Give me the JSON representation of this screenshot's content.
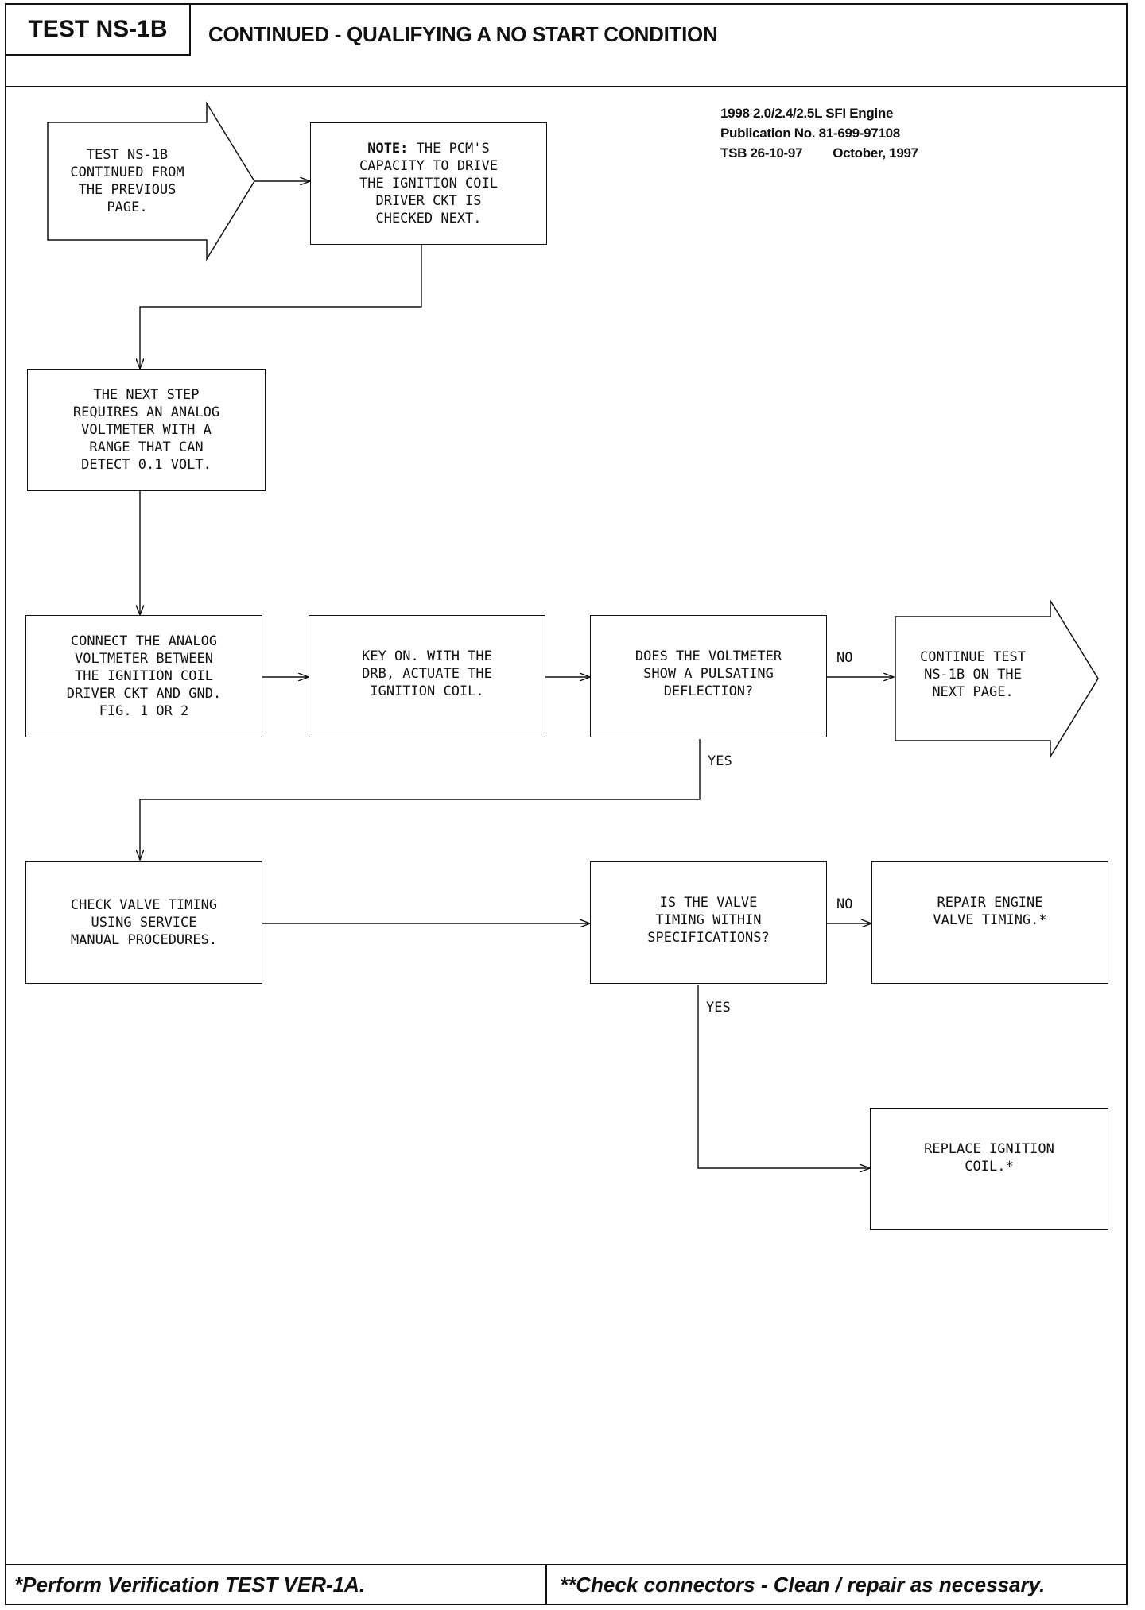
{
  "header": {
    "test_id": "TEST NS-1B",
    "title": "CONTINUED - QUALIFYING A NO START CONDITION"
  },
  "publication": {
    "engine": "1998 2.0/2.4/2.5L SFI Engine",
    "publication_no": "Publication No. 81-699-97108",
    "tsb": "TSB 26-10-97",
    "date": "October, 1997"
  },
  "flowchart": {
    "start_arrow": "TEST NS-1B\nCONTINUED FROM\nTHE PREVIOUS\nPAGE.",
    "note_label": "NOTE:",
    "note_text": " THE PCM'S\nCAPACITY TO DRIVE\nTHE IGNITION COIL\nDRIVER CKT IS\nCHECKED NEXT.",
    "next_step": "THE NEXT STEP\nREQUIRES AN ANALOG\nVOLTMETER WITH A\nRANGE THAT CAN\nDETECT 0.1 VOLT.",
    "connect": "CONNECT THE ANALOG\nVOLTMETER BETWEEN\nTHE IGNITION COIL\nDRIVER CKT AND GND.\nFIG. 1 OR 2",
    "key_on": "KEY ON. WITH THE\nDRB, ACTUATE THE\nIGNITION COIL.",
    "q_voltmeter": "DOES THE VOLTMETER\nSHOW A PULSATING\nDEFLECTION?",
    "continue_arrow": "CONTINUE TEST\nNS-1B ON THE\nNEXT PAGE.",
    "check_valve": "CHECK VALVE TIMING\nUSING SERVICE\nMANUAL PROCEDURES.",
    "q_valve": "IS THE VALVE\nTIMING WITHIN\nSPECIFICATIONS?",
    "repair": "REPAIR ENGINE\nVALVE TIMING.*",
    "replace": "REPLACE IGNITION\nCOIL.*",
    "no_label": "NO",
    "yes_label": "YES"
  },
  "footer": {
    "left": "*Perform Verification TEST VER-1A.",
    "right": "**Check connectors - Clean / repair as necessary."
  }
}
